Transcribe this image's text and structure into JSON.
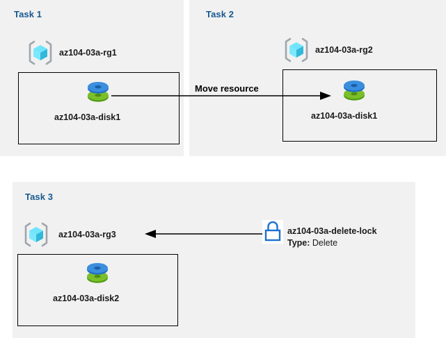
{
  "diagram": {
    "title_semantic": "azure-resource-group-tasks-diagram",
    "colors": {
      "panel_bg": "#f1f1f1",
      "page_bg": "#ffffff",
      "task_title": "#16598f",
      "box_border": "#000000",
      "arrow": "#000000",
      "disk_blue": "#3a8dde",
      "disk_green": "#6ab023",
      "rg_cube_cyan": "#50e6ff",
      "rg_bracket_gray": "#a0a6ab",
      "lock_blue": "#1f6fd0"
    },
    "panels": [
      {
        "id": "task1",
        "title": "Task 1",
        "resource_group": {
          "name": "az104-03a-rg1",
          "icon": "resource-group-icon"
        },
        "resource": {
          "name": "az104-03a-disk1",
          "icon": "disk-icon"
        }
      },
      {
        "id": "task2",
        "title": "Task 2",
        "resource_group": {
          "name": "az104-03a-rg2",
          "icon": "resource-group-icon"
        },
        "resource": {
          "name": "az104-03a-disk1",
          "icon": "disk-icon"
        }
      },
      {
        "id": "task3",
        "title": "Task 3",
        "resource_group": {
          "name": "az104-03a-rg3",
          "icon": "resource-group-icon"
        },
        "resource": {
          "name": "az104-03a-disk2",
          "icon": "disk-icon"
        }
      }
    ],
    "connectors": [
      {
        "id": "move-resource",
        "label": "Move resource",
        "from": "task1-disk1",
        "to": "task2-disk1",
        "direction": "right"
      },
      {
        "id": "lock-applies-to-rg3",
        "label": "",
        "from": "az104-03a-delete-lock",
        "to": "az104-03a-rg3",
        "direction": "left"
      }
    ],
    "lock": {
      "icon": "lock-icon",
      "name": "az104-03a-delete-lock",
      "type_label": "Type:",
      "type_value": "Delete"
    }
  }
}
